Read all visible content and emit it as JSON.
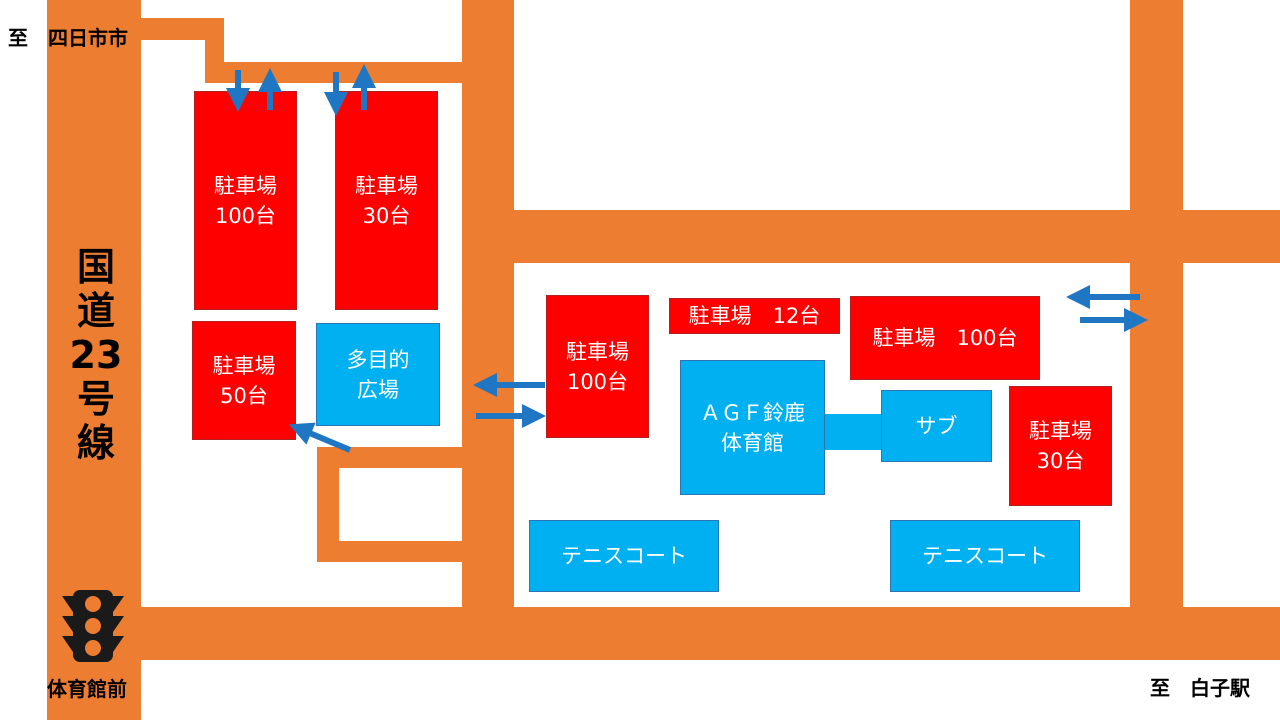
{
  "colors": {
    "road": "#ED7D31",
    "parking": "#FF0000",
    "facility": "#00B0F0",
    "arrow": "#1F77C4",
    "signal": "#1A1A1A"
  },
  "labels": {
    "to_yokkaichi": "至　四日市市",
    "to_shiroko": "至　白子駅",
    "intersection": "体育館前",
    "highway": "国\n道\n23\n号\n線"
  },
  "parking": [
    {
      "id": "p1",
      "text": "駐車場\n100台"
    },
    {
      "id": "p2",
      "text": "駐車場\n30台"
    },
    {
      "id": "p3",
      "text": "駐車場\n50台"
    },
    {
      "id": "p4",
      "text": "駐車場\n100台"
    },
    {
      "id": "p5",
      "text": "駐車場　12台"
    },
    {
      "id": "p6",
      "text": "駐車場　100台"
    },
    {
      "id": "p7",
      "text": "駐車場\n30台"
    }
  ],
  "facilities": [
    {
      "id": "f1",
      "text": "多目的\n広場"
    },
    {
      "id": "f2",
      "text": "ＡＧＦ鈴鹿\n体育館"
    },
    {
      "id": "f3",
      "text": "サブ"
    },
    {
      "id": "f4",
      "text": "テニスコート"
    },
    {
      "id": "f5",
      "text": "テニスコート"
    }
  ],
  "icons": {
    "traffic_signal": "traffic-light-icon",
    "direction": "arrow-icon"
  }
}
